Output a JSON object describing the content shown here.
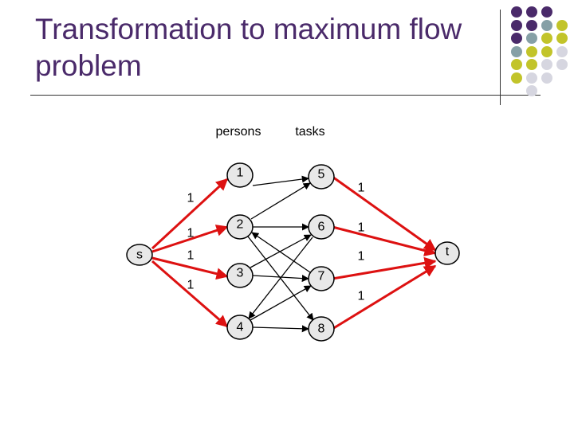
{
  "slide": {
    "title_line1": "Transformation to maximum flow",
    "title_line2": "problem"
  },
  "decoration": {
    "dot_colors": [
      [
        "#4a2a6a",
        "#4a2a6a",
        "#4a2a6a",
        ""
      ],
      [
        "#4a2a6a",
        "#4a2a6a",
        "#86a0a6",
        "#c2c42a"
      ],
      [
        "#4a2a6a",
        "#86a0a6",
        "#c2c42a",
        "#c2c42a"
      ],
      [
        "#86a0a6",
        "#c2c42a",
        "#c2c42a",
        "#d6d6e0"
      ],
      [
        "#c2c42a",
        "#c2c42a",
        "#d6d6e0",
        "#d6d6e0"
      ],
      [
        "#c2c42a",
        "#d6d6e0",
        "#d6d6e0",
        ""
      ],
      [
        "",
        "#d6d6e0",
        "",
        ""
      ]
    ]
  },
  "colors": {
    "red_edge": "#dd1111",
    "black_edge": "#000000",
    "node_fill": "#e8e8e8"
  },
  "graph": {
    "persons_label": "persons",
    "tasks_label": "tasks",
    "nodes": {
      "s": "s",
      "t": "t",
      "p1": "1",
      "p2": "2",
      "p3": "3",
      "p4": "4",
      "t5": "5",
      "t6": "6",
      "t7": "7",
      "t8": "8"
    },
    "source_capacities": [
      "1",
      "1",
      "1",
      "1"
    ],
    "sink_capacities": [
      "1",
      "1",
      "1",
      "1"
    ]
  }
}
